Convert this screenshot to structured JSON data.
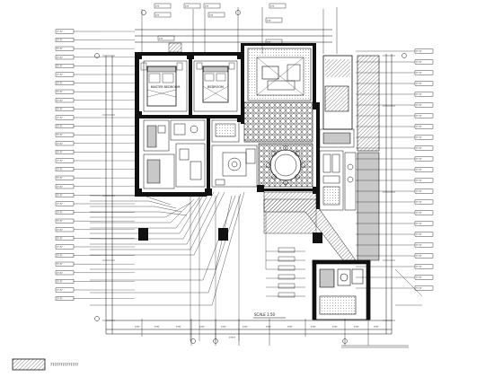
{
  "rooms": {
    "master_bedroom": "MASTER BEDROOM",
    "bedroom": "BEDROOM"
  },
  "scale": "SCALE 1:50",
  "legend_text": "??????????????",
  "top_tags": [
    "???",
    "???",
    "???",
    "???",
    "???",
    "???",
    "???",
    "???",
    "???"
  ],
  "left_callouts": [
    "??-??",
    "??-??",
    "??-??",
    "??-??",
    "??-??",
    "??-??",
    "??-??",
    "??-??",
    "??-??",
    "??-??",
    "??-??",
    "??-??",
    "??-??",
    "??-??",
    "??-??",
    "??-??",
    "??-??",
    "??-??",
    "??-??",
    "??-??",
    "??-??",
    "??-??",
    "??-??",
    "??-??",
    "??-??",
    "??-??",
    "??-??",
    "??-??",
    "??-??",
    "??-??",
    "??-??",
    "??-??"
  ],
  "right_callouts": [
    "??-??",
    "??-??",
    "??-??",
    "??-??",
    "??-??",
    "??-??",
    "??-??",
    "??-??",
    "??-??",
    "??-??",
    "??-??",
    "??-??",
    "??-??",
    "??-??",
    "??-??",
    "??-??",
    "??-??",
    "??-??",
    "??-??",
    "??-??",
    "??-??",
    "??-??",
    "??-??"
  ],
  "bottom_dims": [
    "????",
    "????",
    "????",
    "????",
    "????",
    "????",
    "????",
    "????",
    "????",
    "????",
    "????",
    "????"
  ],
  "total_dim": "?????",
  "colors": {
    "line": "#111111",
    "hatch": "#555555",
    "paper": "#ffffff"
  }
}
